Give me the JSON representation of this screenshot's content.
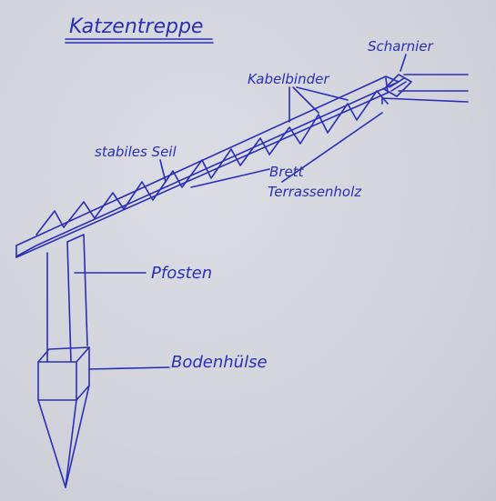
{
  "title": "Katzentreppe",
  "labels": {
    "hinge": "Scharnier",
    "cable_ties": "Kabelbinder",
    "rope": "stabiles Seil",
    "board_1": "Brett",
    "board_2": "Terrassenholz",
    "post": "Pfosten",
    "ground_sleeve": "Bodenhülse"
  },
  "colors": {
    "ink": "#2a2fb8",
    "paper": "#d4d5dd"
  }
}
